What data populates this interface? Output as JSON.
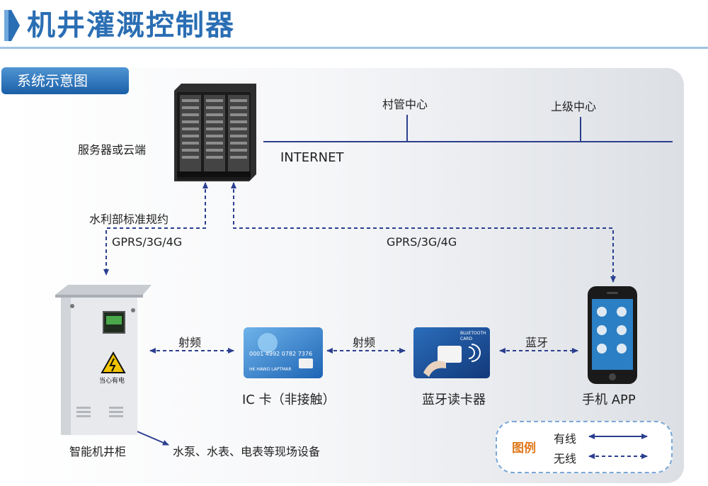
{
  "header": {
    "title": "机井灌溉控制器"
  },
  "section": {
    "tab_label": "系统示意图"
  },
  "nodes": {
    "server": "服务器或云端",
    "village": "村管中心",
    "upper": "上级中心",
    "internet": "INTERNET",
    "protocol": "水利部标准规约",
    "gprs_left": "GPRS/3G/4G",
    "gprs_right": "GPRS/3G/4G",
    "rf1": "射频",
    "rf2": "射频",
    "bt": "蓝牙",
    "ic_card": "IC 卡（非接触）",
    "bt_reader": "蓝牙读卡器",
    "phone": "手机 APP",
    "cabinet": "智能机井柜",
    "field": "水泵、水表、电表等现场设备"
  },
  "card_text": {
    "number": "0001  4992  0782  7376",
    "holder": "HK HAWO LAPTMAR",
    "reader_brand": "BLUETOOTH CARD",
    "warning": "当心有电"
  },
  "legend": {
    "title": "图例",
    "wired": "有线",
    "wireless": "无线"
  },
  "colors": {
    "accent": "#2a6eb3",
    "line": "#2b3f8f",
    "legend_title": "#e07a1e"
  }
}
